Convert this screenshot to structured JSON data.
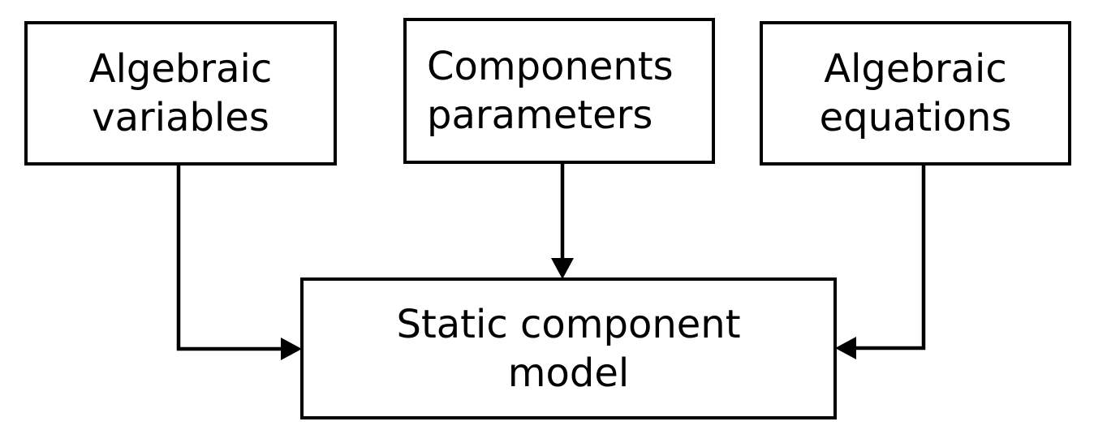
{
  "diagram": {
    "colors": {
      "background": "#ffffff",
      "line": "#000000",
      "text": "#000000"
    },
    "nodes": [
      {
        "id": "algebraic-variables",
        "line1": "Algebraic",
        "line2": "variables"
      },
      {
        "id": "components-parameters",
        "line1": "Components",
        "line2": "parameters"
      },
      {
        "id": "algebraic-equations",
        "line1": "Algebraic",
        "line2": "equations"
      },
      {
        "id": "static-component-model",
        "line1": "Static component",
        "line2": "model"
      }
    ],
    "edges": [
      {
        "from": "Algebraic variables",
        "to": "Static component model"
      },
      {
        "from": "Components parameters",
        "to": "Static component model"
      },
      {
        "from": "Algebraic equations",
        "to": "Static component model"
      }
    ]
  }
}
